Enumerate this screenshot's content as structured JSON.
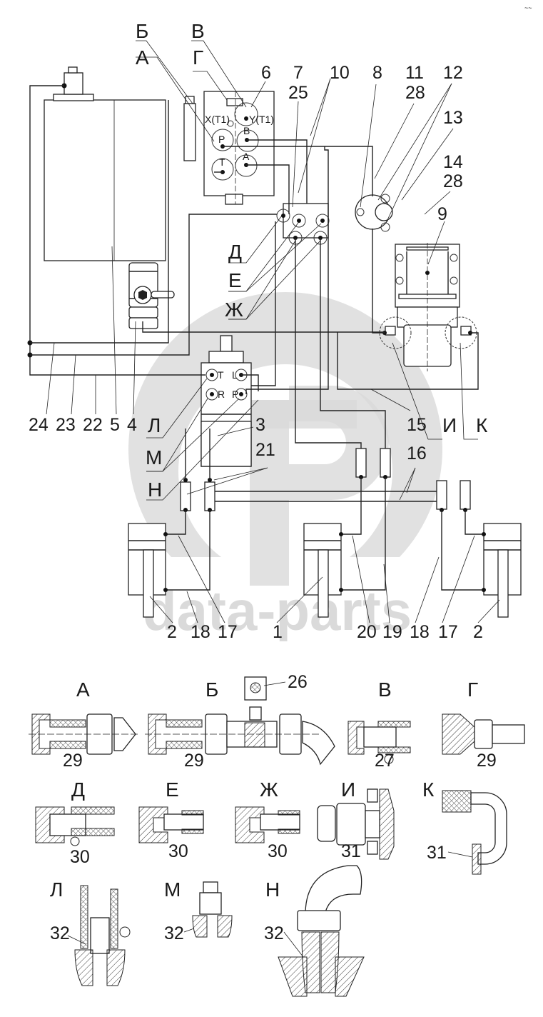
{
  "watermark": {
    "text": "data-parts",
    "color": "#d9d9d9"
  },
  "corner_mark": "~~",
  "callouts_top": {
    "B_letter": "Б",
    "A_letter": "А",
    "V_letter": "В",
    "G_letter": "Г",
    "n6": "6",
    "n7": "7",
    "n25": "25",
    "n10": "10",
    "n8": "8",
    "n11": "11",
    "n28a": "28",
    "n12": "12",
    "n13": "13",
    "n14": "14",
    "n28b": "28",
    "n9": "9"
  },
  "valve_ports": {
    "x_t1": "X(T1)",
    "y_t1": "Y(T1)",
    "p": "P",
    "b": "B",
    "t": "T",
    "a": "A"
  },
  "block3_ports": {
    "t": "T",
    "l": "L",
    "r": "R",
    "p": "P"
  },
  "callouts_mid": {
    "D": "Д",
    "E": "Е",
    "Zh": "Ж",
    "L": "Л",
    "M": "М",
    "N": "Н",
    "I": "И",
    "K": "К",
    "n24": "24",
    "n23": "23",
    "n22": "22",
    "n5": "5",
    "n4": "4",
    "n3": "3",
    "n21": "21",
    "n15": "15",
    "n16": "16"
  },
  "callouts_bottom": [
    "2",
    "18",
    "17",
    "1",
    "20",
    "19",
    "18",
    "17",
    "2"
  ],
  "details": [
    {
      "letter": "А",
      "ref": "29"
    },
    {
      "letter": "Б",
      "ref": "29",
      "ref2": "26"
    },
    {
      "letter": "В",
      "ref": "27"
    },
    {
      "letter": "Г",
      "ref": "29"
    },
    {
      "letter": "Д",
      "ref": "30"
    },
    {
      "letter": "Е",
      "ref": "30"
    },
    {
      "letter": "Ж",
      "ref": "30"
    },
    {
      "letter": "И",
      "ref": "31"
    },
    {
      "letter": "К",
      "ref": "31"
    },
    {
      "letter": "Л",
      "ref": "32"
    },
    {
      "letter": "М",
      "ref": "32"
    },
    {
      "letter": "Н",
      "ref": "32"
    }
  ]
}
